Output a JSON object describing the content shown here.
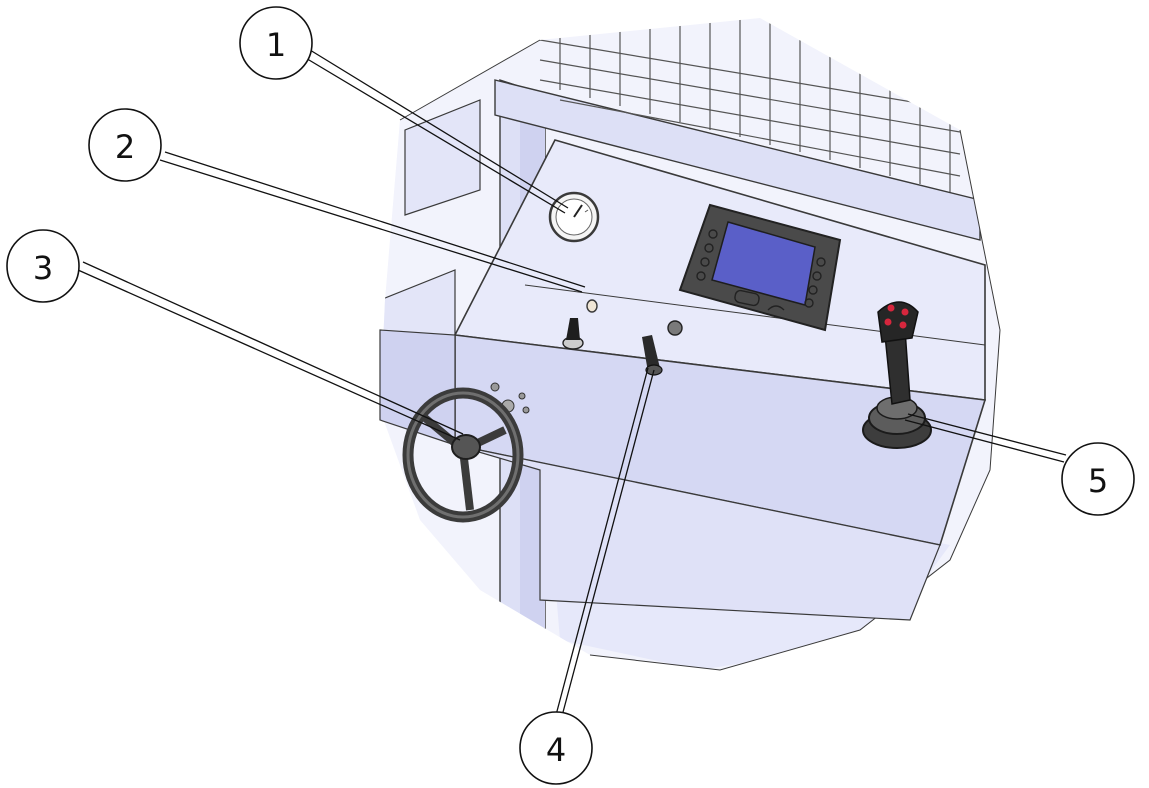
{
  "callouts": [
    {
      "id": "1",
      "label": "1"
    },
    {
      "id": "2",
      "label": "2"
    },
    {
      "id": "3",
      "label": "3"
    },
    {
      "id": "4",
      "label": "4"
    },
    {
      "id": "5",
      "label": "5"
    }
  ],
  "colors": {
    "panel_face": "#e6e8fa",
    "panel_front": "#d3d6f2",
    "panel_shadow": "#c4c7ea",
    "frame": "#dde0f6",
    "screen": "#5a5fc8",
    "bezel": "#4a4a4a",
    "joystick_button": "#d7263d",
    "outline": "#3a3a3a"
  },
  "icons": [
    "pressure-gauge-icon",
    "display-screen-icon",
    "key-switch-icon",
    "steering-wheel-icon",
    "joystick-icon"
  ]
}
